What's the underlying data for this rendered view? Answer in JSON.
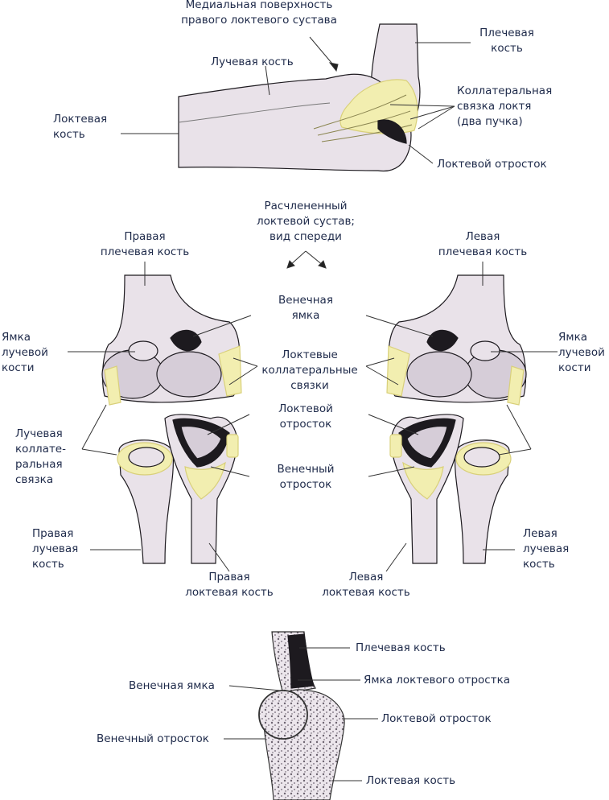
{
  "colors": {
    "bone": "#e9e2e9",
    "bone_shade": "#d6cdd8",
    "ligament": "#f2eeb0",
    "ligament_dark": "#d9d07a",
    "dark": "#1d1a1f",
    "text": "#1e2a4a",
    "line": "#333333"
  },
  "top": {
    "medial_surface": "Медиальная поверхность\nправого локтевого сустава",
    "radius": "Лучевая кость",
    "humerus": "Плечевая\nкость",
    "ulna": "Локтевая\nкость",
    "collateral_ligament": "Коллатеральная\nсвязка локтя\n(два пучка)",
    "olecranon": "Локтевой отросток"
  },
  "middle": {
    "title": "Расчлененный\nлоктевой сустав;\nвид спереди",
    "right_humerus": "Правая\nплечевая кость",
    "left_humerus": "Левая\nплечевая кость",
    "coronoid_fossa": "Венечная\nямка",
    "radial_fossa_left": "Ямка\nлучевой\nкости",
    "radial_fossa_right": "Ямка\nлучевой\nкости",
    "ulnar_collateral": "Локтевые\nколлатеральные\nсвязки",
    "radial_collateral": "Лучевая\nколлате-\nральная\nсвязка",
    "olecranon": "Локтевой\nотросток",
    "coronoid_process": "Венечный\nотросток",
    "right_radius": "Правая\nлучевая\nкость",
    "left_radius": "Левая\nлучевая\nкость",
    "right_ulna": "Правая\nлоктевая кость",
    "left_ulna": "Левая\nлоктевая кость"
  },
  "bottom": {
    "humerus": "Плечевая кость",
    "coronoid_fossa": "Венечная ямка",
    "olecranon_fossa": "Ямка локтевого отростка",
    "olecranon": "Локтевой отросток",
    "coronoid_process": "Венечный отросток",
    "ulna": "Локтевая кость"
  }
}
